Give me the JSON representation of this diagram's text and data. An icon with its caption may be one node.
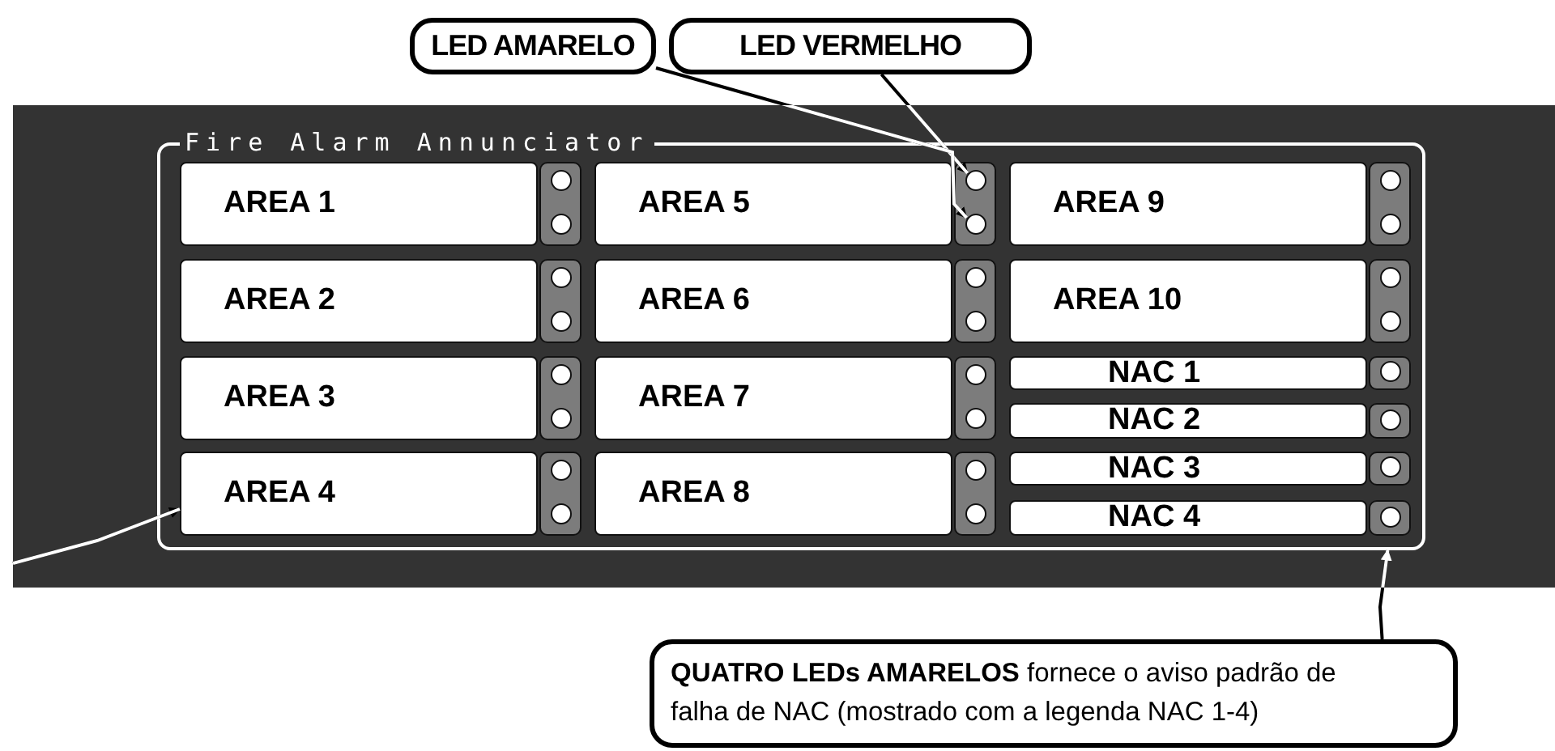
{
  "diagram": {
    "nodes": [
      {
        "text": [
          "LED AMARELO"
        ]
      },
      {
        "text": [
          "LED VERMELHO"
        ]
      },
      {
        "text": [
          "Fire Alarm Annunciator"
        ]
      },
      {
        "text": [
          "AREA 1"
        ],
        "in": 2
      },
      {
        "text": [
          "AREA 5"
        ],
        "in": 2
      },
      {
        "text": [
          "AREA 9"
        ],
        "in": 2
      },
      {
        "text": [
          "AREA 2"
        ],
        "in": 2
      },
      {
        "text": [
          "AREA 6"
        ],
        "in": 2
      },
      {
        "text": [
          "AREA 10"
        ],
        "in": 2
      },
      {
        "text": [
          "AREA 3"
        ],
        "in": 2
      },
      {
        "text": [
          "AREA 7"
        ],
        "in": 2
      },
      {
        "text": [
          "NAC 1"
        ],
        "in": 2
      },
      {
        "text": [
          "NAC 2"
        ],
        "in": 2
      },
      {
        "text": [
          "AREA 4"
        ],
        "in": 2
      },
      {
        "text": [
          "AREA 8"
        ],
        "in": 2
      },
      {
        "text": [
          "NAC 3"
        ],
        "in": 2
      },
      {
        "text": [
          "NAC 4"
        ],
        "in": 2
      },
      {
        "text": [],
        "shape": "circle",
        "in": 2
      },
      {
        "text": [],
        "shape": "circle",
        "in": 2
      },
      {
        "text": [
          "**QUATRO LEDs AMARELOS** fornece o aviso padrão de falha de NAC (mostrado com a legenda NAC 1-4)"
        ]
      }
    ],
    "edges": [
      {
        "from": 1,
        "to": 17,
        "arrow": "to"
      },
      {
        "from": 0,
        "to": 18,
        "arrow": "to"
      },
      {
        "from": null,
        "to": 13,
        "arrow": "to"
      },
      {
        "from": 19,
        "to": 2,
        "arrow": "to"
      }
    ]
  }
}
